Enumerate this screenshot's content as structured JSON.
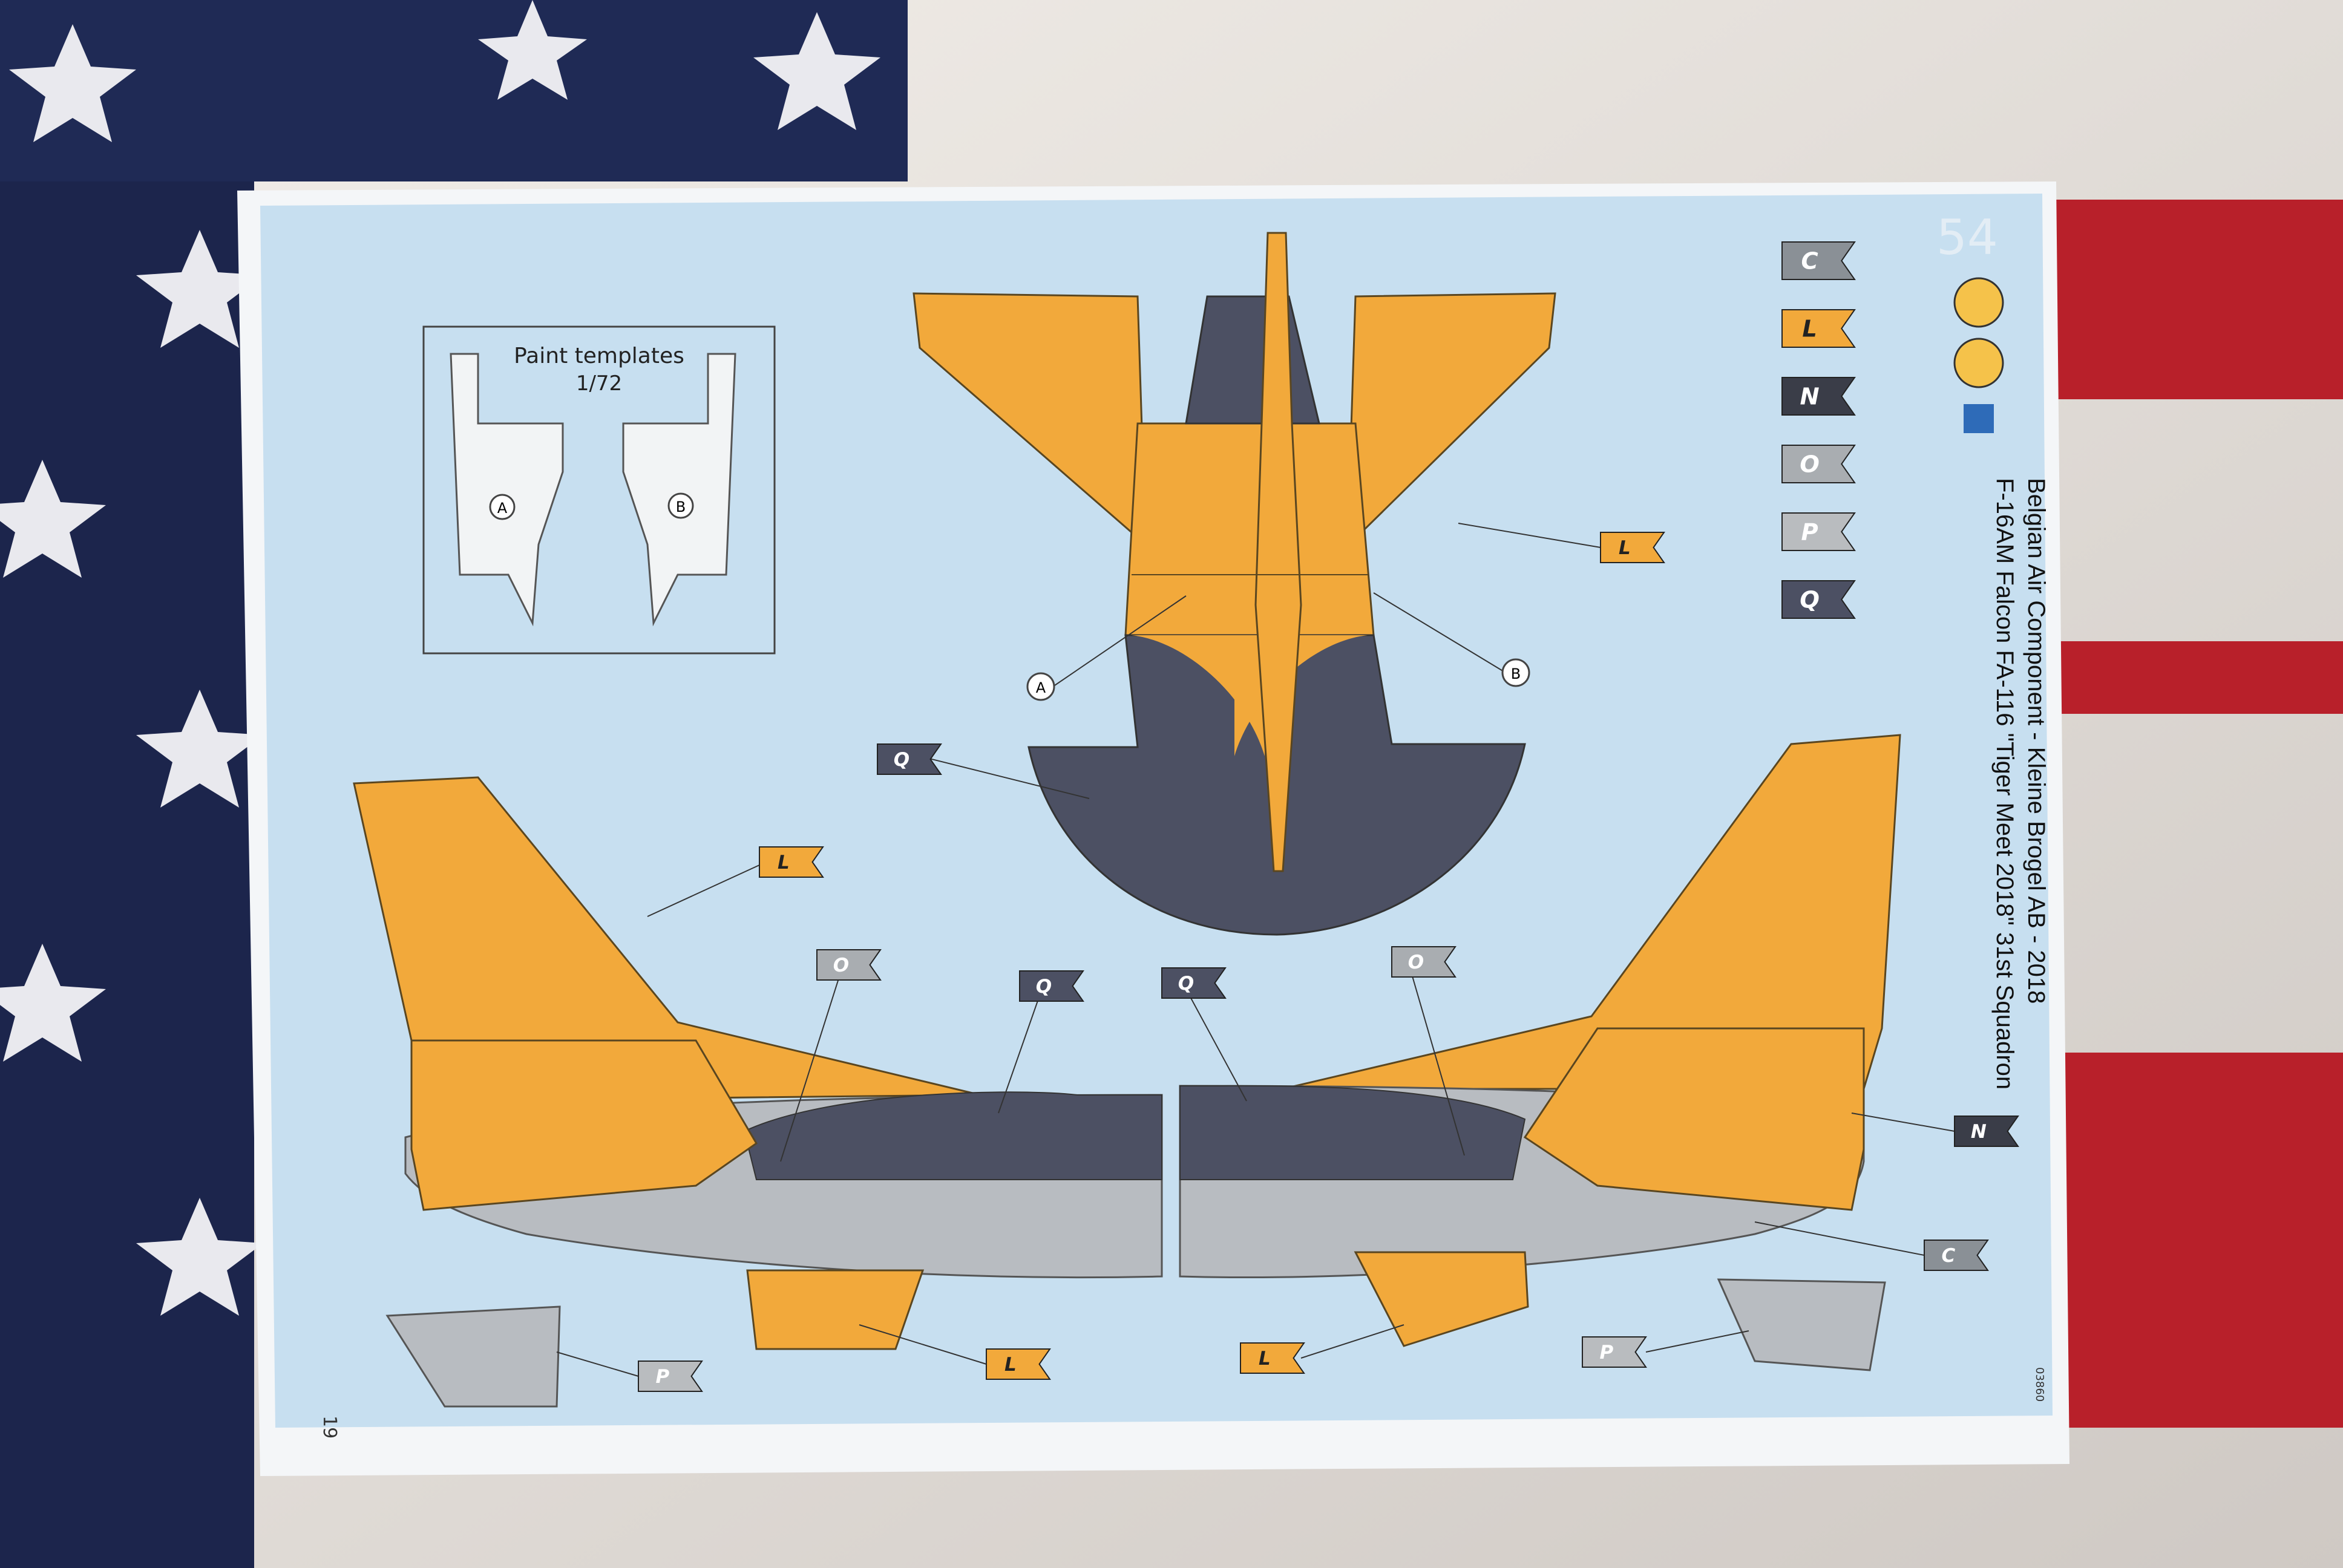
{
  "sheet": {
    "page_code": "54",
    "page_number": "19",
    "catalog_code": "03860"
  },
  "paint_templates": {
    "title": "Paint templates",
    "scale": "1/72",
    "label_a": "A",
    "label_b": "B"
  },
  "callouts": {
    "a": "A",
    "b": "B"
  },
  "caption": {
    "line1": "F-16AM Falcon FA-116 \"Tiger Meet 2018\" 31st Squadron",
    "line2": "Belgian Air Component - Kleine Brogel AB - 2018"
  },
  "color_legend": [
    {
      "code": "C",
      "color": "#8a9096"
    },
    {
      "code": "L",
      "color": "#f2a93b"
    },
    {
      "code": "N",
      "color": "#3a3d48"
    },
    {
      "code": "O",
      "color": "#a9adb1"
    },
    {
      "code": "P",
      "color": "#b9bcbf"
    },
    {
      "code": "Q",
      "color": "#4c5063"
    }
  ],
  "flag_labels": {
    "l": "L",
    "q": "Q",
    "o": "O",
    "n": "N",
    "c": "C",
    "p": "P"
  },
  "colors": {
    "sheet_bg": "#c7dff0",
    "paper": "#f4f6f8",
    "orange": "#f2a93b",
    "dark_grey": "#4c5063",
    "light_grey": "#b8bcc1",
    "flag_red": "#b8202a",
    "flag_blue": "#1f2a55"
  }
}
